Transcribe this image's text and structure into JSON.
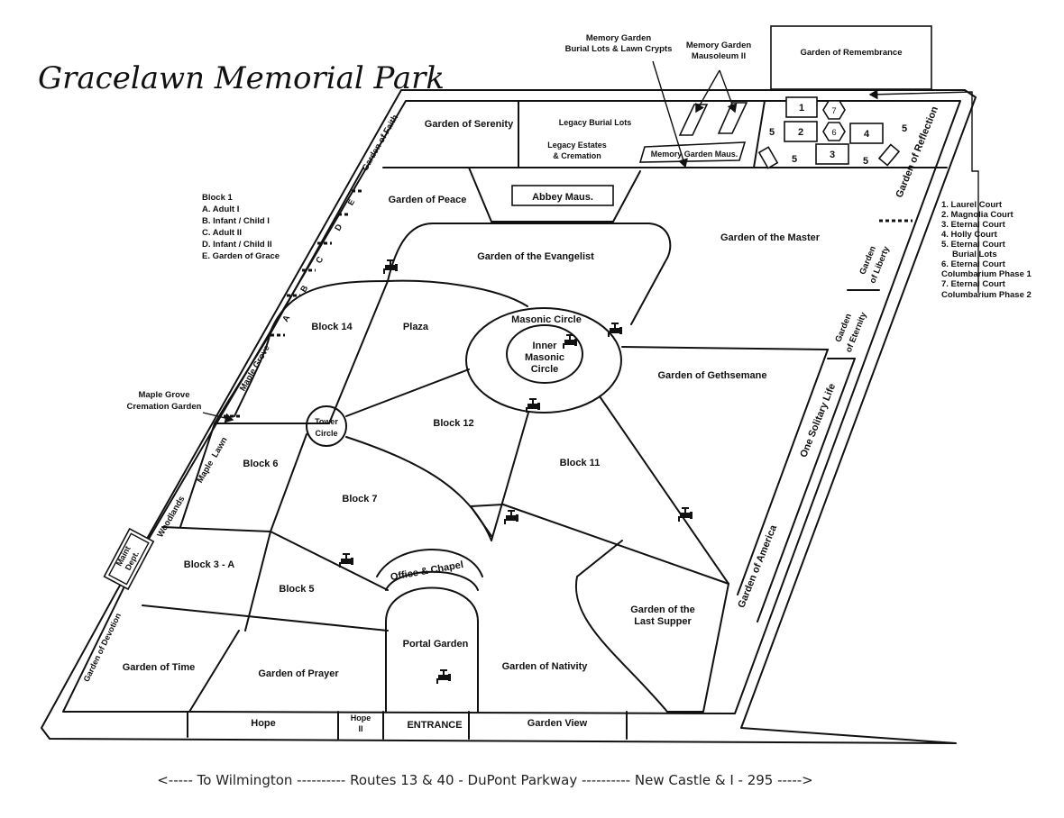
{
  "title": "Gracelawn Memorial Park",
  "road": "<----- To Wilmington ---------- Routes 13 & 40 - DuPont Parkway ---------- New Castle & I - 295 ----->",
  "block1_legend": [
    "Block 1",
    "A. Adult I",
    "B. Infant / Child I",
    "C. Adult II",
    "D. Infant / Child II",
    "E. Garden of Grace"
  ],
  "court_legend": [
    "1.  Laurel Court",
    "2. Magnolia Court",
    "3. Eternal Court",
    "4. Holly Court",
    "5. Eternal Court",
    "Burial Lots",
    "6. Eternal Court",
    "Columbarium Phase 1",
    "7.  Eternal Court",
    "Columbarium Phase 2"
  ],
  "callouts": {
    "memory_garden_lots_1": "Memory Garden",
    "memory_garden_lots_2": "Burial Lots & Lawn Crypts",
    "memory_garden_maus_1": "Memory Garden",
    "memory_garden_maus_2": "Mausoleum II",
    "garden_of_remembrance": "Garden of Remembrance",
    "maple_grove_cremation_1": "Maple Grove",
    "maple_grove_cremation_2": "Cremation Garden"
  },
  "sections": {
    "garden_of_serenity": "Garden of Serenity",
    "legacy_burial_lots": "Legacy Burial Lots",
    "legacy_estates_1": "Legacy Estates",
    "legacy_estates_2": "& Cremation",
    "memory_garden_maus": "Memory Garden Maus.",
    "garden_of_peace": "Garden of Peace",
    "abbey_maus": "Abbey Maus.",
    "garden_of_the_evangelist": "Garden of the Evangelist",
    "garden_of_the_master": "Garden of the Master",
    "masonic_circle": "Masonic Circle",
    "inner_masonic_1": "Inner",
    "inner_masonic_2": "Masonic",
    "inner_masonic_3": "Circle",
    "block_14": "Block 14",
    "plaza": "Plaza",
    "garden_of_gethsemane": "Garden of Gethsemane",
    "tower_circle_1": "Tower",
    "tower_circle_2": "Circle",
    "block_12": "Block 12",
    "block_6": "Block 6",
    "block_7": "Block 7",
    "block_11": "Block 11",
    "block_3a": "Block 3 - A",
    "block_5": "Block 5",
    "office_chapel": "Office & Chapel",
    "garden_of_last_supper_1": "Garden of the",
    "garden_of_last_supper_2": "Last Supper",
    "portal_garden": "Portal Garden",
    "garden_of_time": "Garden of Time",
    "garden_of_prayer": "Garden of Prayer",
    "garden_of_nativity": "Garden of Nativity",
    "hope": "Hope",
    "hope_ii_1": "Hope",
    "hope_ii_2": "II",
    "entrance": "ENTRANCE",
    "garden_view": "Garden View",
    "maint_dept_1": "Maint",
    "maint_dept_2": "Dept."
  },
  "edge_labels": {
    "garden_of_faith": "Garden of Faith",
    "garden_of_reflection": "Garden of Reflection",
    "garden_of_liberty_1": "Garden",
    "garden_of_liberty_2": "of Liberty",
    "garden_of_eternity_1": "Garden",
    "garden_of_eternity_2": "of Eternity",
    "one_solitary_life": "One Solitary Life",
    "garden_of_america": "Garden of America",
    "maple_grove": "Maple Grove",
    "maple_lawn_1": "Maple",
    "maple_lawn_2": "Lawn",
    "woodlands": "Woodlands",
    "garden_of_devotion": "Garden of Devotion",
    "letter_a": "A",
    "letter_b": "B",
    "letter_c": "C",
    "letter_d": "D",
    "letter_e": "E"
  },
  "courts": {
    "c1": "1",
    "c2": "2",
    "c3": "3",
    "c4": "4",
    "c6": "6",
    "c7": "7",
    "c5a": "5",
    "c5b": "5",
    "c5c": "5",
    "c5d": "5"
  }
}
